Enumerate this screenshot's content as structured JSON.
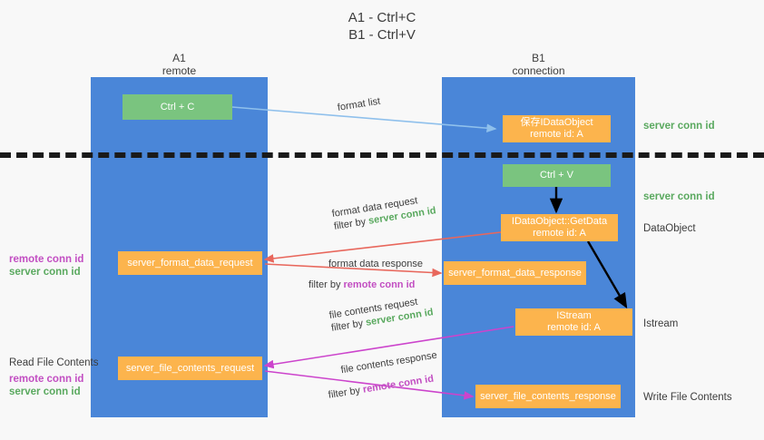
{
  "title": {
    "line1": "A1 - Ctrl+C",
    "line2": "B1 - Ctrl+V"
  },
  "columns": {
    "left": {
      "name": "A1",
      "role": "remote"
    },
    "right": {
      "name": "B1",
      "role": "connection"
    }
  },
  "boxes": {
    "ctrl_c": {
      "label": "Ctrl + C"
    },
    "save_idataobject": {
      "line1": "保存IDataObject",
      "line2": "remote id: A"
    },
    "ctrl_v": {
      "label": "Ctrl + V"
    },
    "getdata": {
      "line1": "IDataObject::GetData",
      "line2": "remote id: A"
    },
    "format_data_request": {
      "label": "server_format_data_request"
    },
    "format_data_response": {
      "label": "server_format_data_response"
    },
    "istream": {
      "line1": "IStream",
      "line2": "remote id: A"
    },
    "file_contents_request": {
      "label": "server_file_contents_request"
    },
    "file_contents_response": {
      "label": "server_file_contents_response"
    }
  },
  "side_labels": {
    "server_conn_id_1": "server conn id",
    "server_conn_id_2": "server conn id",
    "dataobject": "DataObject",
    "istream": "Istream",
    "write_file_contents": "Write File Contents",
    "read_file_contents": "Read File Contents"
  },
  "left_stacks": {
    "format": {
      "remote": "remote conn id",
      "server": "server conn id"
    },
    "file": {
      "remote": "remote conn id",
      "server": "server conn id"
    }
  },
  "arrow_labels": {
    "format_list": "format list",
    "format_data_request": {
      "line1": "format data request",
      "filter_prefix": "filter by ",
      "filter_value": "server conn id"
    },
    "format_data_response": {
      "line1": "format data response",
      "filter_prefix": "filter by ",
      "filter_value": "remote conn id"
    },
    "file_contents_request": {
      "line1": "file contents request",
      "filter_prefix": "filter by ",
      "filter_value": "server conn id"
    },
    "file_contents_response": {
      "line1": "file contents response",
      "filter_prefix": "filter by ",
      "filter_value": "remote conn id"
    }
  },
  "colors": {
    "lane": "#4a86d8",
    "green_box": "#7ac47f",
    "orange_box": "#fcb44d",
    "server_conn_id": "#5aa95f",
    "remote_conn_id": "#c24ec2",
    "arrow_blue": "#8fc0ec",
    "arrow_red": "#e8675c",
    "arrow_magenta": "#cc44cc",
    "arrow_black": "#000000"
  }
}
